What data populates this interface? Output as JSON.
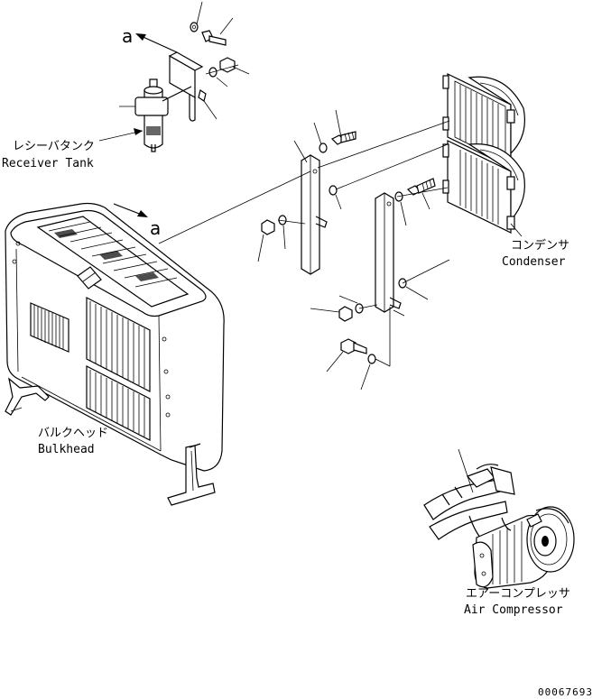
{
  "labels": {
    "receiver_tank_jp": "レシーバタンク",
    "receiver_tank_en": "Receiver Tank",
    "condenser_jp": "コンデンサ",
    "condenser_en": "Condenser",
    "bulkhead_jp": "バルクヘッド",
    "bulkhead_en": "Bulkhead",
    "air_compressor_jp": "エアーコンプレッサ",
    "air_compressor_en": "Air Compressor"
  },
  "view_marker_top": "a",
  "view_marker_mid": "a",
  "drawing_number": "00067693"
}
